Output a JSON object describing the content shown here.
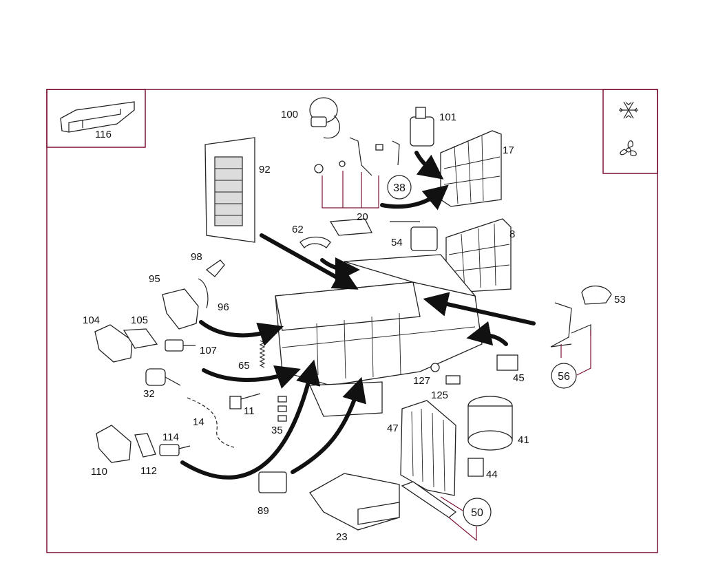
{
  "symbols": {
    "top": "snowflake-icon",
    "bottom": "fan-icon",
    "frame_color": "#7a1030"
  },
  "callouts": {
    "c116": "116",
    "c100": "100",
    "c101": "101",
    "c17": "17",
    "c92": "92",
    "c38": "38",
    "c20": "20",
    "c62": "62",
    "c54": "54",
    "c8": "8",
    "c98": "98",
    "c95": "95",
    "c96": "96",
    "c53": "53",
    "c104": "104",
    "c105": "105",
    "c107": "107",
    "c65": "65",
    "c56": "56",
    "c127": "127",
    "c45": "45",
    "c125": "125",
    "c32": "32",
    "c11": "11",
    "c14": "14",
    "c47": "47",
    "c41": "41",
    "c35": "35",
    "c114": "114",
    "c110": "110",
    "c112": "112",
    "c44": "44",
    "c89": "89",
    "c50": "50",
    "c23": "23"
  }
}
